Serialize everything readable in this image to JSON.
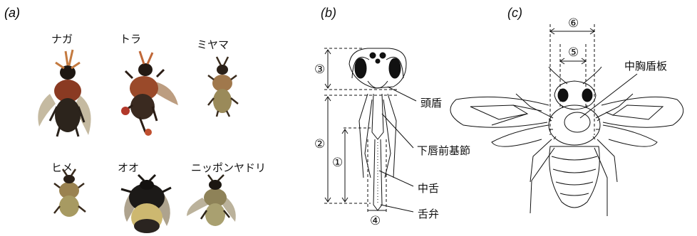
{
  "panels": {
    "a": {
      "label": "(a)",
      "species": [
        "ナガ",
        "トラ",
        "ミヤマ",
        "ヒメ",
        "オオ",
        "ニッポンヤドリ"
      ]
    },
    "b": {
      "label": "(b)",
      "parts": [
        "頭盾",
        "下唇前基節",
        "中舌",
        "舌弁"
      ],
      "measures": [
        "①",
        "②",
        "③",
        "④"
      ]
    },
    "c": {
      "label": "(c)",
      "parts": [
        "中胸盾板"
      ],
      "measures": [
        "⑤",
        "⑥"
      ]
    }
  }
}
